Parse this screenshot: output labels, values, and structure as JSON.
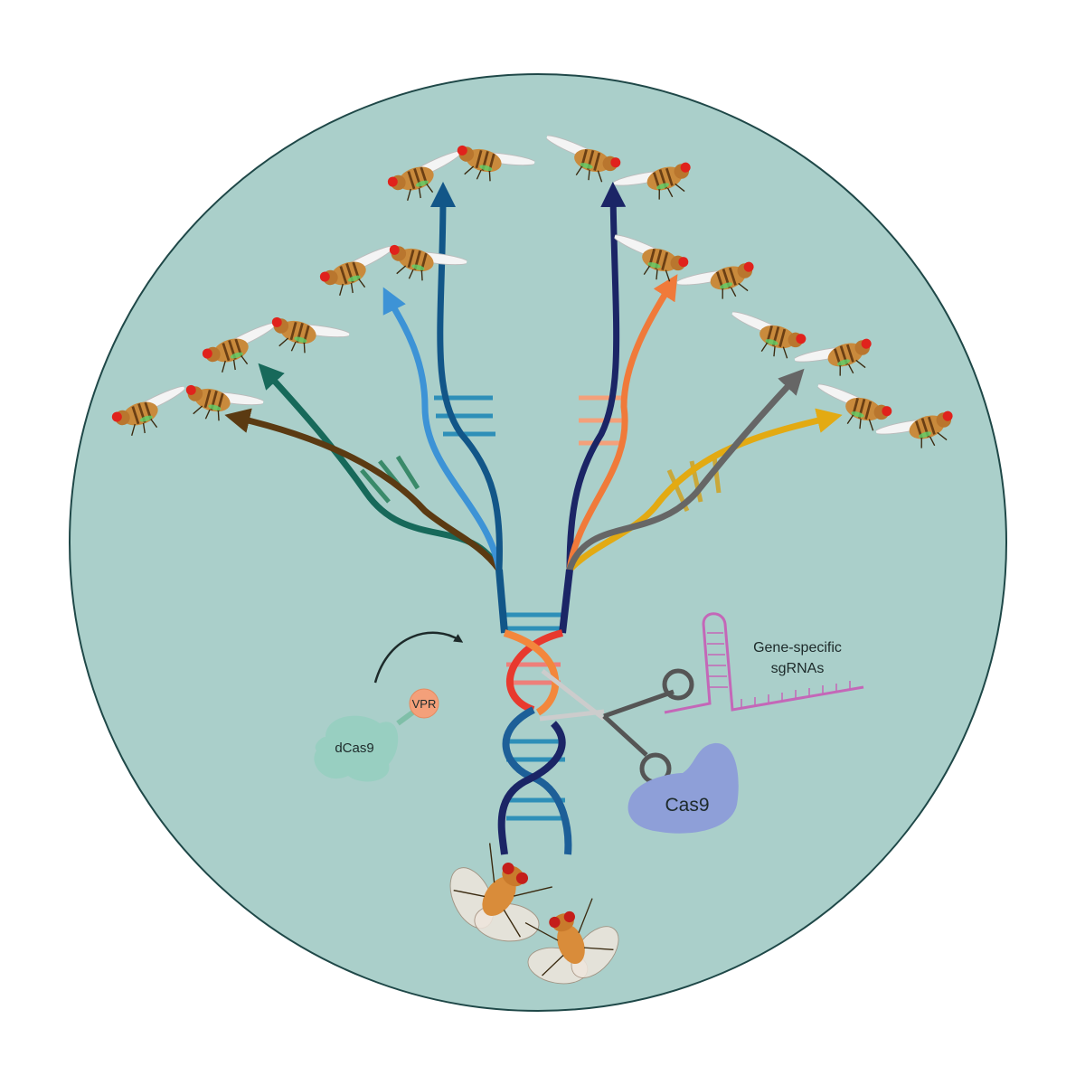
{
  "labels": {
    "dcas9": "dCas9",
    "vpr": "VPR",
    "cas9": "Cas9",
    "sgrna_line1": "Gene-specific",
    "sgrna_line2": "sgRNAs"
  },
  "colors": {
    "background_circle": "#aacfca",
    "circle_border": "#1f4848",
    "dna_navy": "#1b2566",
    "dna_blue": "#1d5f98",
    "cut_red": "#e8392e",
    "cut_orange": "#f3873c",
    "brown": "#5b3a12",
    "green": "#17695a",
    "light_blue": "#3d93d6",
    "dark_blue": "#125688",
    "orange": "#f07a3a",
    "yellow": "#e3aa12",
    "grey": "#666666",
    "sgrna": "#c467b8",
    "cas9": "#8e9fd8",
    "dcas9": "#95cfc0",
    "vpr": "#f4a07a"
  }
}
